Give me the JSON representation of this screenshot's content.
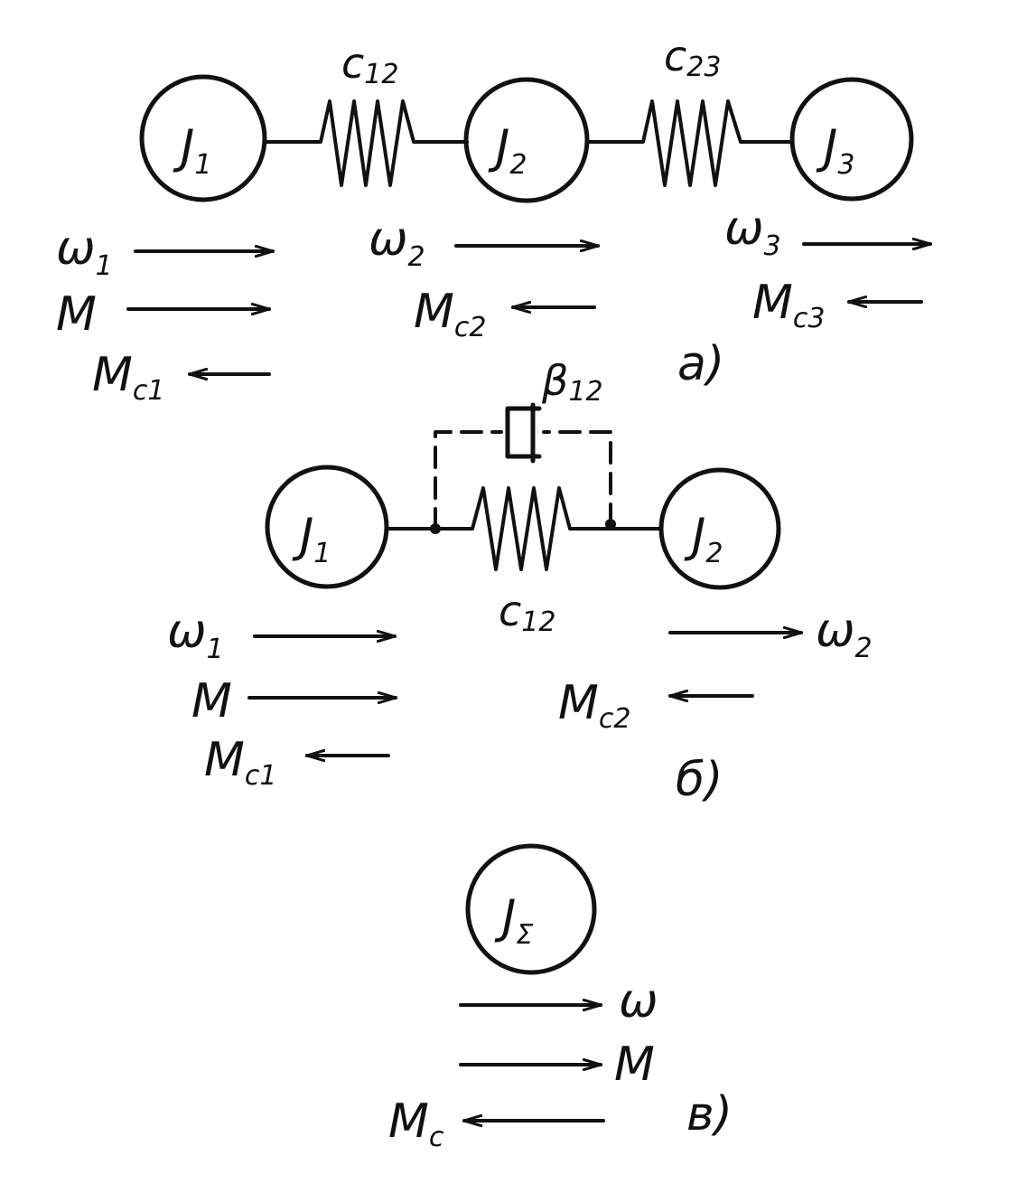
{
  "diagram_a": {
    "caption": "a)",
    "masses": [
      {
        "main": "J",
        "sub": "1"
      },
      {
        "main": "J",
        "sub": "2"
      },
      {
        "main": "J",
        "sub": "3"
      }
    ],
    "springs": [
      {
        "main": "c",
        "sub": "12"
      },
      {
        "main": "c",
        "sub": "23"
      }
    ],
    "vectors": {
      "w1": {
        "main": "ω",
        "sub": "1"
      },
      "M": {
        "main": "M",
        "sub": ""
      },
      "Mc1": {
        "main": "M",
        "sub": "c1"
      },
      "w2": {
        "main": "ω",
        "sub": "2"
      },
      "Mc2": {
        "main": "M",
        "sub": "c2"
      },
      "w3": {
        "main": "ω",
        "sub": "3"
      },
      "Mc3": {
        "main": "M",
        "sub": "c3"
      }
    }
  },
  "diagram_b": {
    "caption": "б)",
    "masses": [
      {
        "main": "J",
        "sub": "1"
      },
      {
        "main": "J",
        "sub": "2"
      }
    ],
    "spring": {
      "main": "c",
      "sub": "12"
    },
    "damper": {
      "main": "β",
      "sub": "12"
    },
    "vectors": {
      "w1": {
        "main": "ω",
        "sub": "1"
      },
      "M": {
        "main": "M",
        "sub": ""
      },
      "Mc1": {
        "main": "M",
        "sub": "c1"
      },
      "w2": {
        "main": "ω",
        "sub": "2"
      },
      "Mc2": {
        "main": "M",
        "sub": "c2"
      }
    }
  },
  "diagram_c": {
    "caption": "в)",
    "mass": {
      "main": "J",
      "sub": "Σ"
    },
    "vectors": {
      "w": {
        "main": "ω",
        "sub": ""
      },
      "M": {
        "main": "M",
        "sub": ""
      },
      "Mc": {
        "main": "M",
        "sub": "c"
      }
    }
  }
}
